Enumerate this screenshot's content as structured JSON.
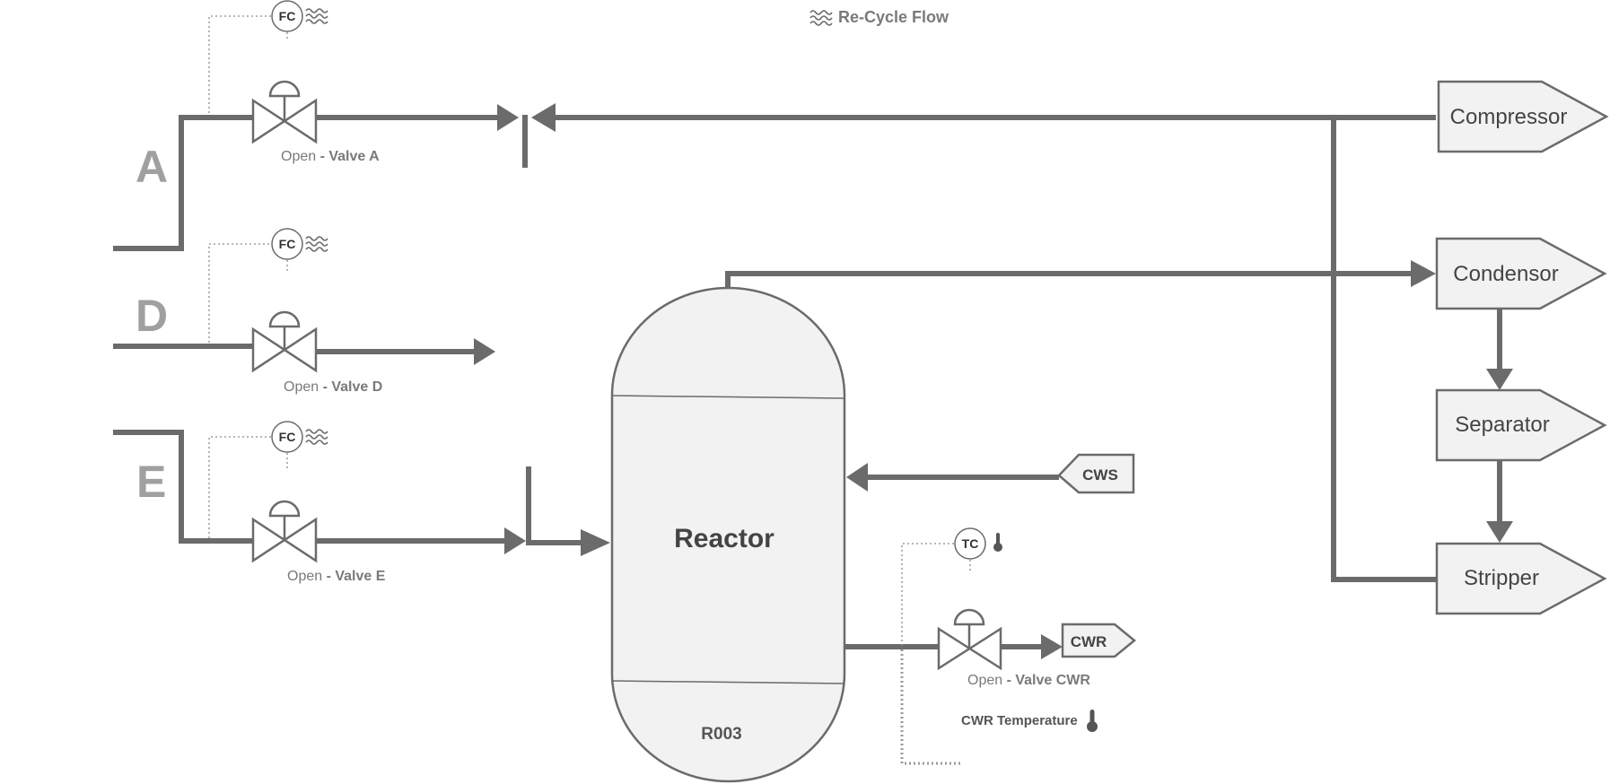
{
  "recycle_flow_label": "Re-Cycle Flow",
  "feeds": [
    {
      "letter": "A",
      "valve_state": "Open",
      "valve_name": " - Valve A",
      "controller": "FC"
    },
    {
      "letter": "D",
      "valve_state": "Open",
      "valve_name": " - Valve D",
      "controller": "FC"
    },
    {
      "letter": "E",
      "valve_state": "Open",
      "valve_name": " - Valve E",
      "controller": "FC"
    }
  ],
  "reactor": {
    "name": "Reactor",
    "tag": "R003"
  },
  "units": {
    "compressor": "Compressor",
    "condensor": "Condensor",
    "separator": "Separator",
    "stripper": "Stripper"
  },
  "cooling": {
    "cws_label": "CWS",
    "cwr_label": "CWR",
    "controller": "TC",
    "valve_state": "Open",
    "valve_name": " - Valve CWR",
    "temperature_label": "CWR Temperature"
  },
  "icons": {
    "flow": "flow-waves-icon",
    "temperature": "thermometer-icon"
  },
  "colors": {
    "pipe": "#6b6b6b",
    "unit_fill": "#f2f2f2",
    "feed_letter": "#a0a0a0"
  }
}
